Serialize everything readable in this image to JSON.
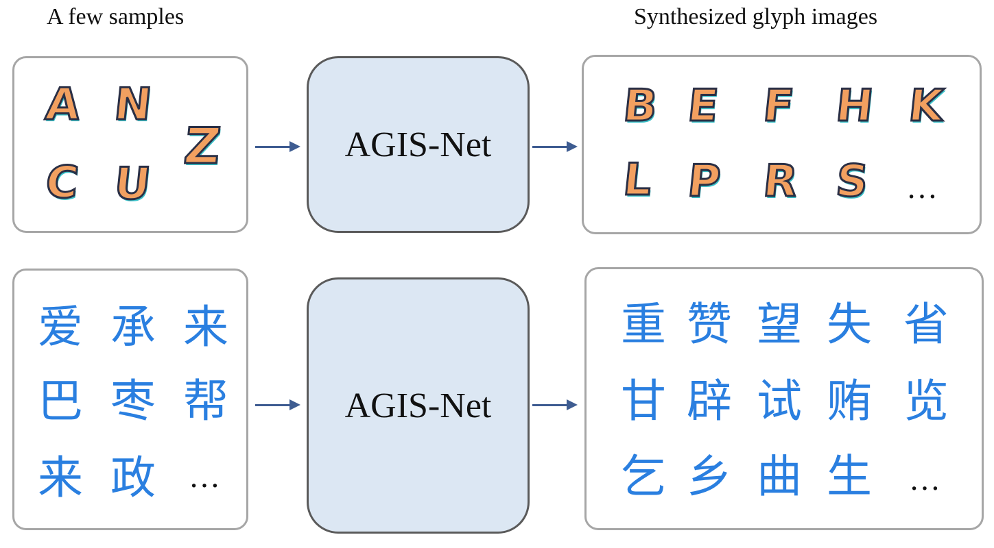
{
  "labels": {
    "left": "A few samples",
    "right": "Synthesized glyph images"
  },
  "rows": [
    {
      "network_label": "AGIS-Net",
      "samples": [
        "A",
        "N",
        "Z",
        "C",
        "U"
      ],
      "outputs": [
        "B",
        "E",
        "F",
        "H",
        "K",
        "L",
        "P",
        "R",
        "S",
        "…"
      ]
    },
    {
      "network_label": "AGIS-Net",
      "samples": [
        "爱",
        "承",
        "来",
        "巴",
        "枣",
        "帮",
        "来",
        "政",
        "…"
      ],
      "outputs": [
        "重",
        "赞",
        "望",
        "失",
        "省",
        "甘",
        "辟",
        "试",
        "贿",
        "览",
        "乞",
        "乡",
        "曲",
        "生",
        "…"
      ]
    }
  ],
  "colors": {
    "latin_fill": "#f2a060",
    "latin_stroke": "#2a2f45",
    "cjk_fill": "#2a7fe0",
    "network_fill": "#dce7f3",
    "arrow": "#3e5c91"
  }
}
